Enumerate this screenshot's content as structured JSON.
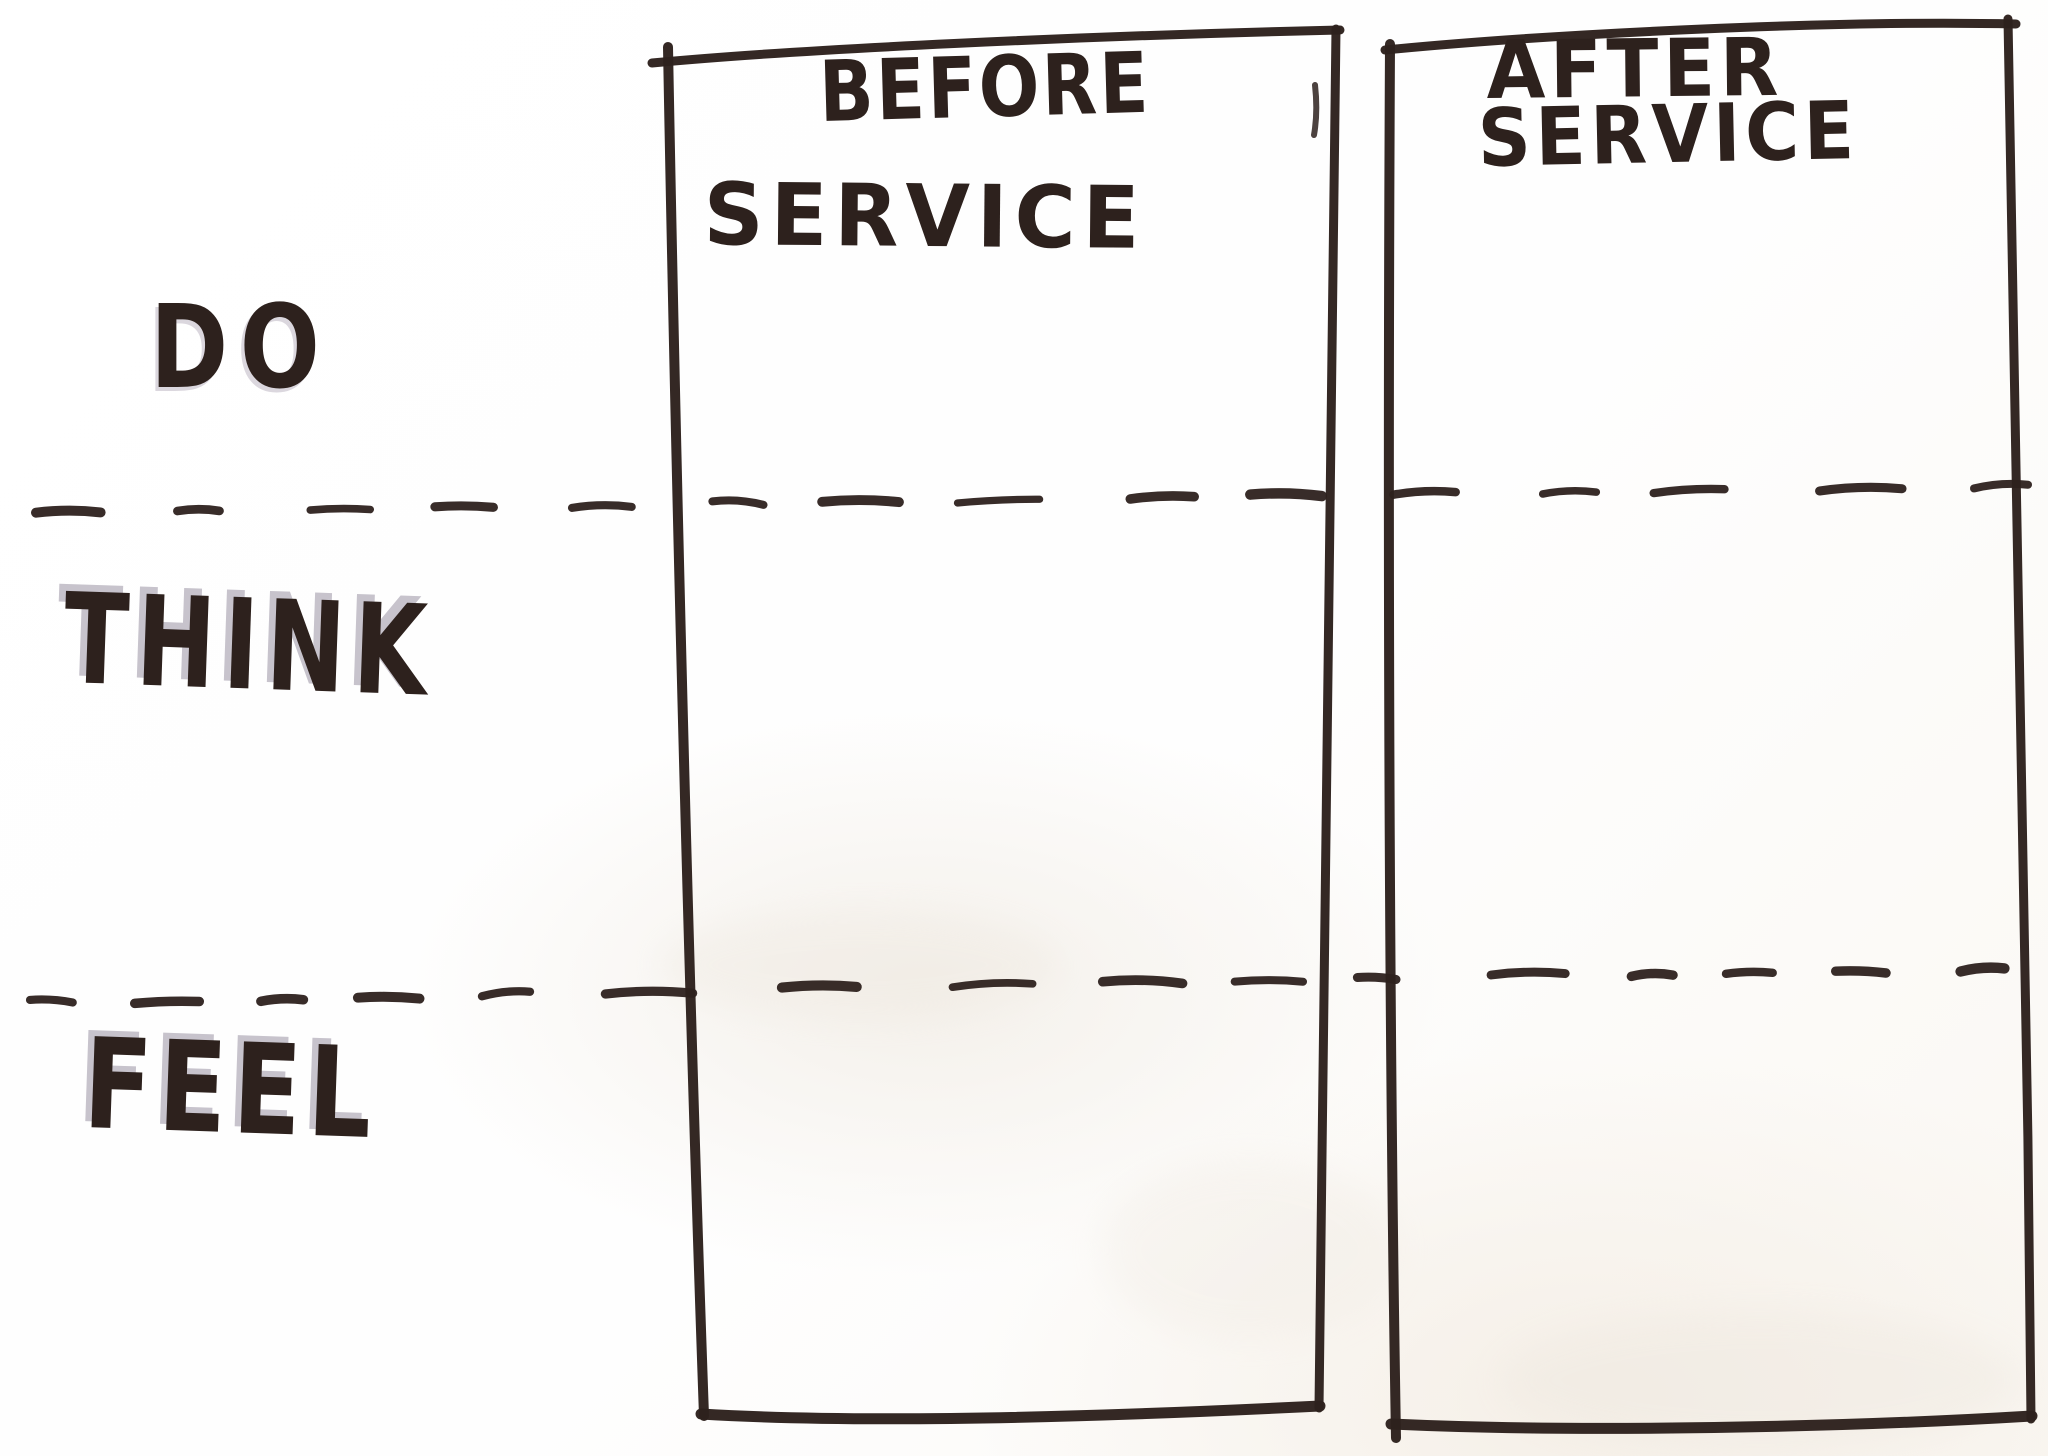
{
  "colors": {
    "ink": "#2d211d",
    "shadow": "#c7c3cc",
    "paper": "#fefefe",
    "paper_warm": "#f6f1ea"
  },
  "columns": [
    {
      "id": "before-service",
      "line1": "BEFORE",
      "line2": "SERVICE"
    },
    {
      "id": "after-service",
      "line1": "AFTER",
      "line2": "SERVICE"
    }
  ],
  "rows": [
    {
      "id": "do",
      "label": "DO"
    },
    {
      "id": "think",
      "label": "THINK"
    },
    {
      "id": "feel",
      "label": "FEEL"
    }
  ]
}
